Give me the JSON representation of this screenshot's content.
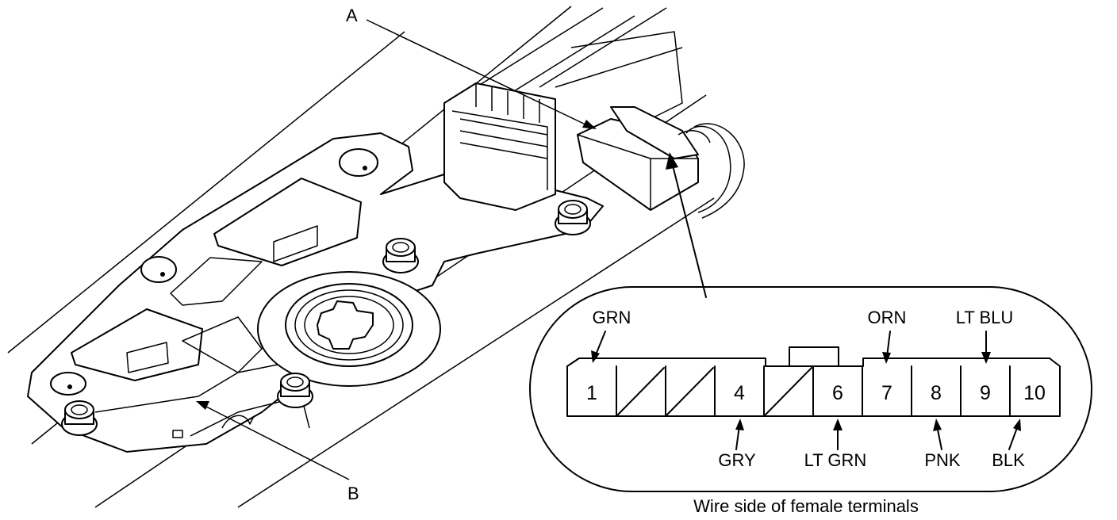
{
  "callouts": {
    "a": "A",
    "b": "B"
  },
  "connector": {
    "pins": [
      {
        "num": "1",
        "wire": "GRN",
        "side": "top"
      },
      {
        "num": "",
        "wire": "",
        "side": "none"
      },
      {
        "num": "",
        "wire": "",
        "side": "none"
      },
      {
        "num": "4",
        "wire": "GRY",
        "side": "bottom"
      },
      {
        "num": "",
        "wire": "",
        "side": "none"
      },
      {
        "num": "6",
        "wire": "LT GRN",
        "side": "bottom"
      },
      {
        "num": "7",
        "wire": "ORN",
        "side": "top"
      },
      {
        "num": "8",
        "wire": "PNK",
        "side": "bottom"
      },
      {
        "num": "9",
        "wire": "LT BLU",
        "side": "top"
      },
      {
        "num": "10",
        "wire": "BLK",
        "side": "bottom"
      }
    ],
    "caption": "Wire side of female terminals"
  }
}
